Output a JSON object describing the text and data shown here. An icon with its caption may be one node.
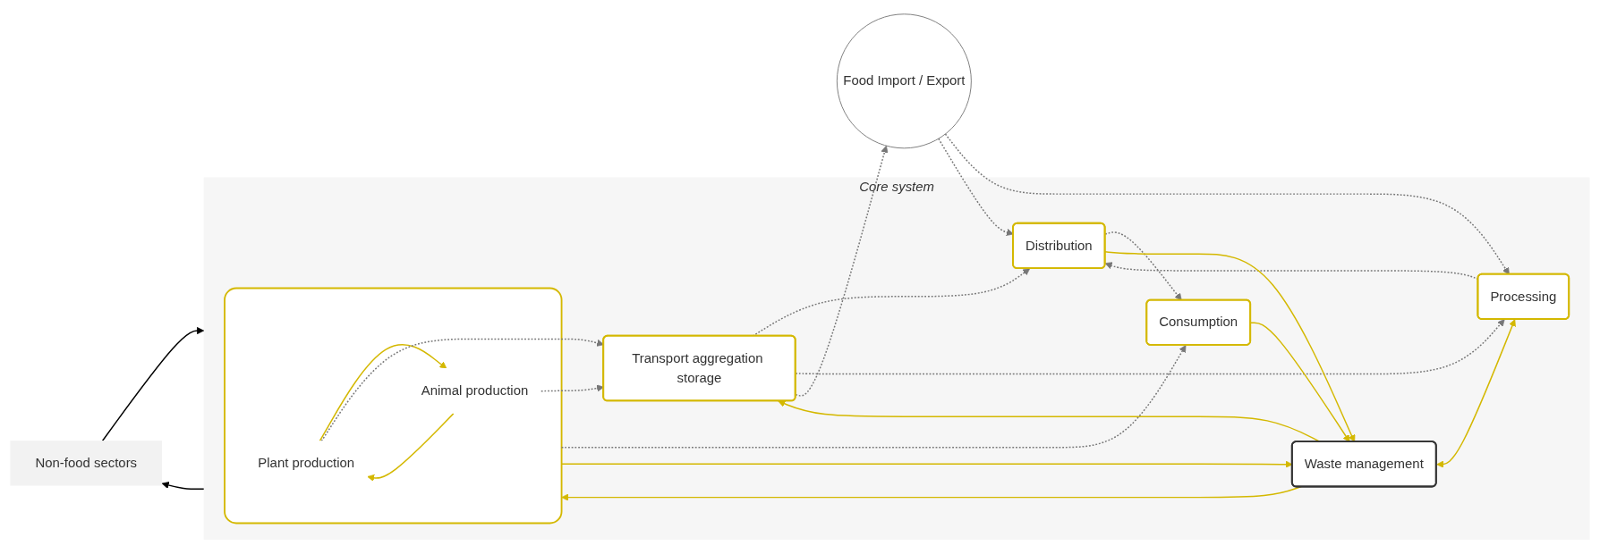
{
  "diagram": {
    "nodes": [
      {
        "text": [
          "Non-food sectors"
        ]
      },
      {
        "text": [
          "Core system"
        ]
      },
      {
        "text": [],
        "shape": "box",
        "in": 1
      },
      {
        "text": [
          "Plant production"
        ],
        "in": 2
      },
      {
        "text": [
          "Animal production"
        ],
        "in": 2
      },
      {
        "text": [
          "Transport aggregation storage"
        ],
        "in": 1
      },
      {
        "text": [
          "Processing"
        ],
        "in": 1
      },
      {
        "text": [
          "Distribution"
        ],
        "in": 1
      },
      {
        "text": [
          "Consumption"
        ],
        "in": 1
      },
      {
        "text": [
          "Waste management"
        ],
        "in": 1
      },
      {
        "text": [
          "Food Import / Export"
        ]
      }
    ],
    "edges": [
      {
        "from": 0,
        "to": 1,
        "arrow": "to",
        "color": "#000000"
      },
      {
        "from": 1,
        "to": 0,
        "arrow": "to",
        "color": "#000000"
      },
      {
        "from": 4,
        "to": 3,
        "arrow": "to",
        "color": "#d4b800"
      },
      {
        "from": 3,
        "to": 4,
        "arrow": "to",
        "color": "#d4b800"
      },
      {
        "from": 3,
        "to": 5,
        "arrow": "to",
        "style": "dashed"
      },
      {
        "from": 4,
        "to": 5,
        "arrow": "to",
        "style": "dashed"
      },
      {
        "from": 2,
        "to": 8,
        "arrow": "to",
        "style": "dashed"
      },
      {
        "from": 5,
        "to": 7,
        "arrow": "to",
        "style": "dashed"
      },
      {
        "from": 5,
        "to": 6,
        "arrow": "to",
        "style": "dashed"
      },
      {
        "from": 6,
        "to": 7,
        "arrow": "to",
        "style": "dashed"
      },
      {
        "from": 7,
        "to": 8,
        "arrow": "to",
        "style": "dashed"
      },
      {
        "from": 2,
        "to": 9,
        "arrow": "to",
        "color": "#d4b800"
      },
      {
        "from": 9,
        "to": 2,
        "arrow": "to",
        "color": "#d4b800"
      },
      {
        "from": 9,
        "to": 5,
        "arrow": "to",
        "color": "#d4b800"
      },
      {
        "from": 9,
        "to": 6,
        "arrow": "both",
        "color": "#d4b800"
      },
      {
        "from": 7,
        "to": 9,
        "arrow": "to",
        "color": "#d4b800"
      },
      {
        "from": 8,
        "to": 9,
        "arrow": "to",
        "color": "#d4b800"
      },
      {
        "from": 5,
        "to": 10,
        "arrow": "to",
        "style": "dashed"
      },
      {
        "from": 10,
        "to": 6,
        "arrow": "to",
        "style": "dashed"
      },
      {
        "from": 10,
        "to": 7,
        "arrow": "to",
        "style": "dashed"
      }
    ]
  }
}
